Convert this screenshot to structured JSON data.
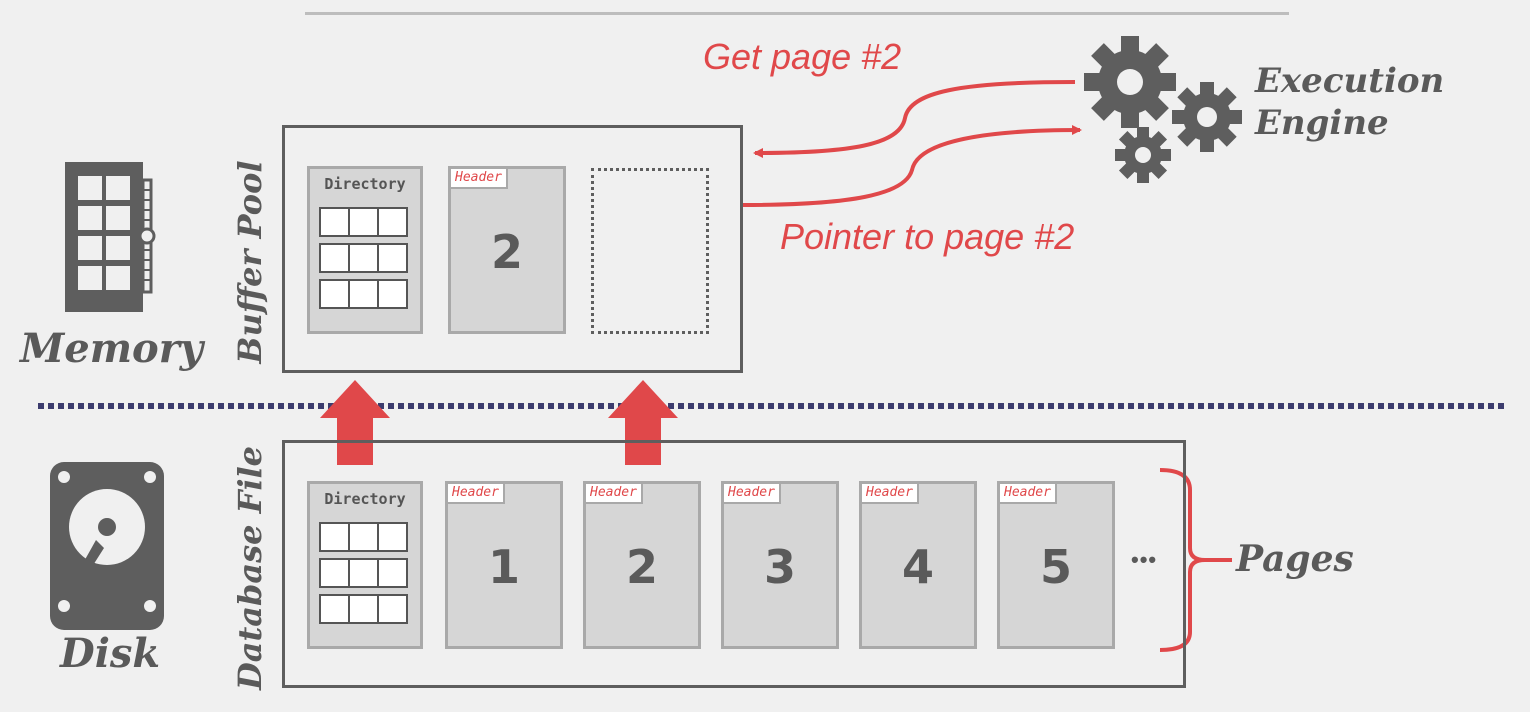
{
  "labels": {
    "memory": "Memory",
    "disk": "Disk",
    "buffer_pool": "Buffer Pool",
    "database_file": "Database File",
    "pages": "Pages",
    "execution_engine_line1": "Execution",
    "execution_engine_line2": "Engine",
    "get_page": "Get page #2",
    "pointer_to_page": "Pointer to page #2",
    "ellipsis": "•••"
  },
  "buffer_pool": {
    "directory_label": "Directory",
    "page": {
      "header": "Header",
      "number": "2"
    }
  },
  "database_file": {
    "directory_label": "Directory",
    "pages": [
      {
        "header": "Header",
        "number": "1"
      },
      {
        "header": "Header",
        "number": "2"
      },
      {
        "header": "Header",
        "number": "3"
      },
      {
        "header": "Header",
        "number": "4"
      },
      {
        "header": "Header",
        "number": "5"
      }
    ]
  },
  "colors": {
    "accent_red": "#e0484a",
    "dark_gray": "#5e5e5e",
    "divider_blue": "#3c3c6e",
    "background": "#f0f0f0"
  }
}
